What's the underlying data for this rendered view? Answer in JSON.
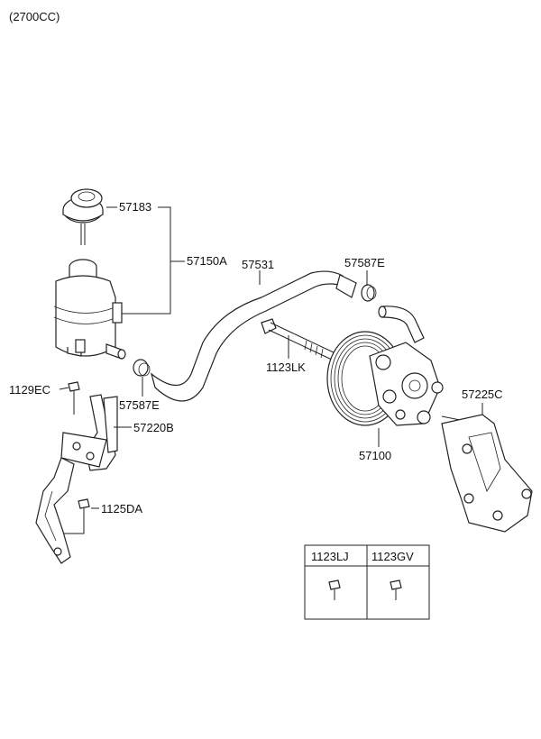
{
  "header": {
    "variant": "(2700CC)"
  },
  "labels": {
    "cap": "57183",
    "reservoir": "57150A",
    "hose": "57531",
    "clamp_top": "57587E",
    "bolt_long": "1123LK",
    "clamp_bottom": "57587E",
    "bolt_left": "1129EC",
    "bracket": "57220B",
    "bracket_bolt": "1125DA",
    "mount_bracket": "57225C",
    "pump": "57100"
  },
  "legend_table": {
    "col1": "1123LJ",
    "col2": "1123GV"
  }
}
